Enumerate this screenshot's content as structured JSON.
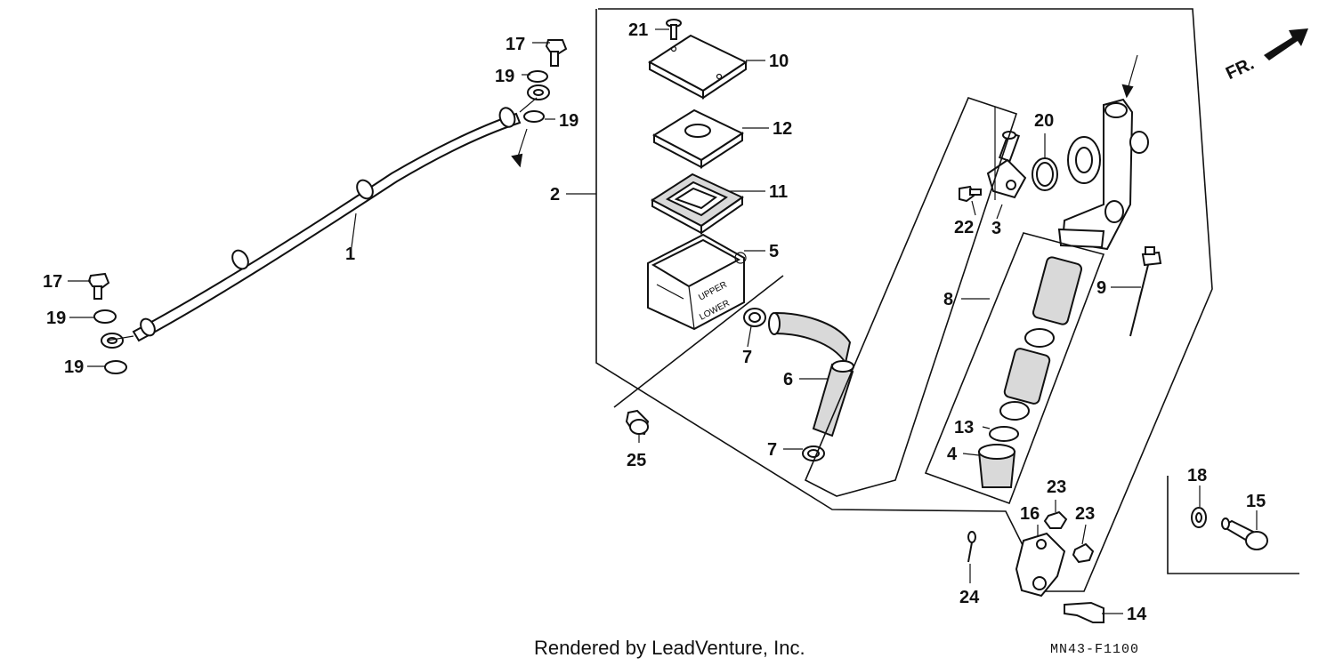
{
  "labels": {
    "p1": "1",
    "p2": "2",
    "p3": "3",
    "p4": "4",
    "p5": "5",
    "p6": "6",
    "p7a": "7",
    "p7b": "7",
    "p8": "8",
    "p9": "9",
    "p10": "10",
    "p11": "11",
    "p12": "12",
    "p13": "13",
    "p14": "14",
    "p15": "15",
    "p16": "16",
    "p17a": "17",
    "p17b": "17",
    "p18": "18",
    "p19a": "19",
    "p19b": "19",
    "p19c": "19",
    "p19d": "19",
    "p20": "20",
    "p21": "21",
    "p22": "22",
    "p23a": "23",
    "p23b": "23",
    "p24": "24",
    "p25": "25"
  },
  "reservoir_text": {
    "upper": "UPPER",
    "lower": "LOWER"
  },
  "front_marker": "FR.",
  "footer": {
    "credit": "Rendered by LeadVenture, Inc.",
    "code": "MN43-F1100"
  }
}
